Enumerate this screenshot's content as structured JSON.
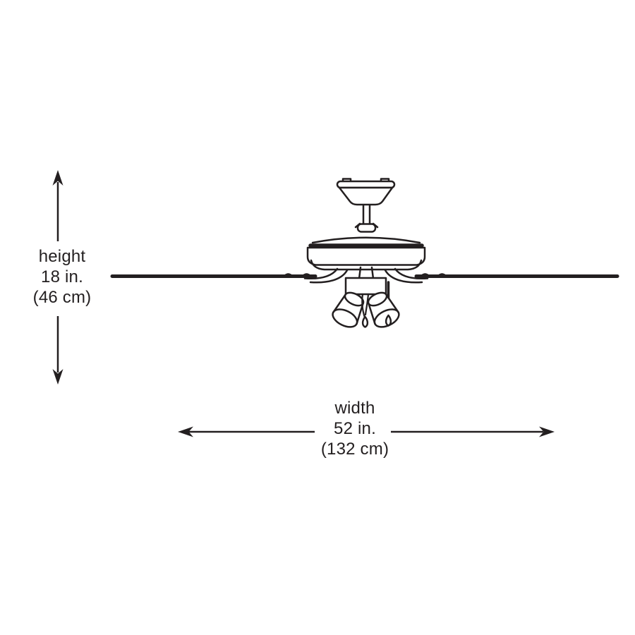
{
  "theme": {
    "ink": "#231f20",
    "background": "#ffffff"
  },
  "diagram": {
    "subject": "ceiling-fan-with-light-kit",
    "view": "front-elevation-dimension-drawing"
  },
  "labels": {
    "height": {
      "title": "height",
      "imperial": "18 in.",
      "metric": "(46 cm)"
    },
    "width": {
      "title": "width",
      "imperial": "52 in.",
      "metric": "(132 cm)"
    }
  }
}
